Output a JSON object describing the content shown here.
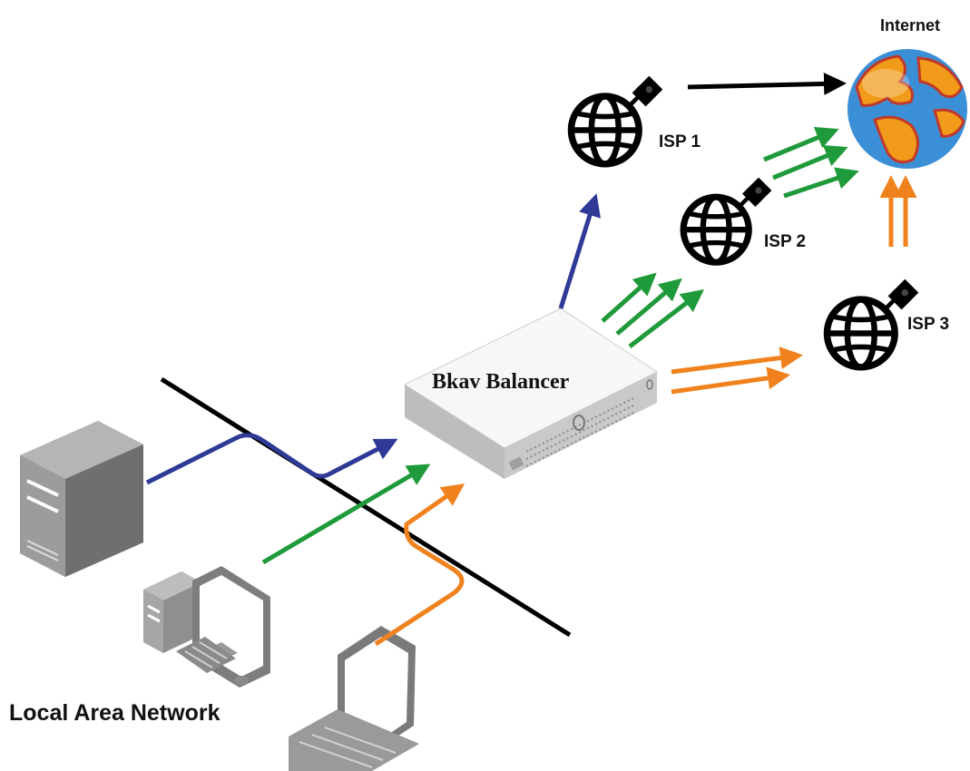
{
  "labels": {
    "internet": "Internet",
    "isp1": "ISP 1",
    "isp2": "ISP 2",
    "isp3": "ISP 3",
    "balancer": "Bkav Balancer",
    "lan": "Local Area Network"
  },
  "colors": {
    "blue_flow": "#2e3a96",
    "green_flow": "#1f9a3a",
    "orange_flow": "#f0821e",
    "black_flow": "#000000",
    "globe_ocean": "#3b8fd6",
    "globe_land": "#f29a1a"
  },
  "icons": {
    "server": "server-tower-icon",
    "desktop": "desktop-computer-icon",
    "laptop": "laptop-icon",
    "balancer": "load-balancer-appliance-icon",
    "isp": "globe-pin-icon",
    "internet": "earth-globe-icon"
  }
}
